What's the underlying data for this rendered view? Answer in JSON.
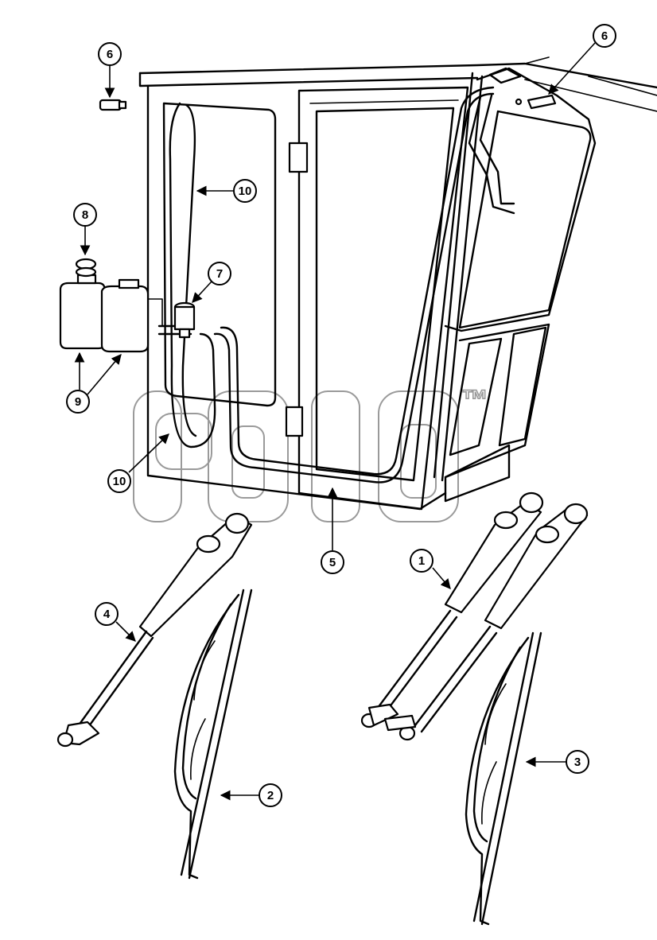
{
  "watermark": {
    "tm": "™"
  },
  "callouts": [
    {
      "id": "c6a",
      "label": "6"
    },
    {
      "id": "c6b",
      "label": "6"
    },
    {
      "id": "c10a",
      "label": "10"
    },
    {
      "id": "c8",
      "label": "8"
    },
    {
      "id": "c7",
      "label": "7"
    },
    {
      "id": "c9",
      "label": "9"
    },
    {
      "id": "c10b",
      "label": "10"
    },
    {
      "id": "c5",
      "label": "5"
    },
    {
      "id": "c1",
      "label": "1"
    },
    {
      "id": "c4",
      "label": "4"
    },
    {
      "id": "c3",
      "label": "3"
    },
    {
      "id": "c2",
      "label": "2"
    }
  ]
}
